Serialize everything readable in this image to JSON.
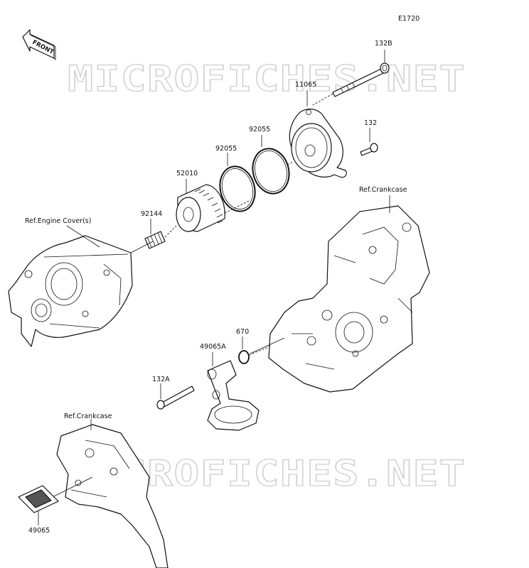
{
  "diagram": {
    "code": "E1720",
    "front_label": "FRONT",
    "watermark": "MICROFICHES.NET",
    "parts": {
      "p132b": "132B",
      "p11065": "11065",
      "p132": "132",
      "p92055a": "92055",
      "p92055b": "92055",
      "p52010": "52010",
      "p92144": "92144",
      "p670": "670",
      "p49065a": "49065A",
      "p132a": "132A",
      "p49065": "49065"
    },
    "refs": {
      "engine_cover": "Ref.Engine Cover(s)",
      "crankcase_right": "Ref.Crankcase",
      "crankcase_bottom": "Ref.Crankcase"
    }
  }
}
